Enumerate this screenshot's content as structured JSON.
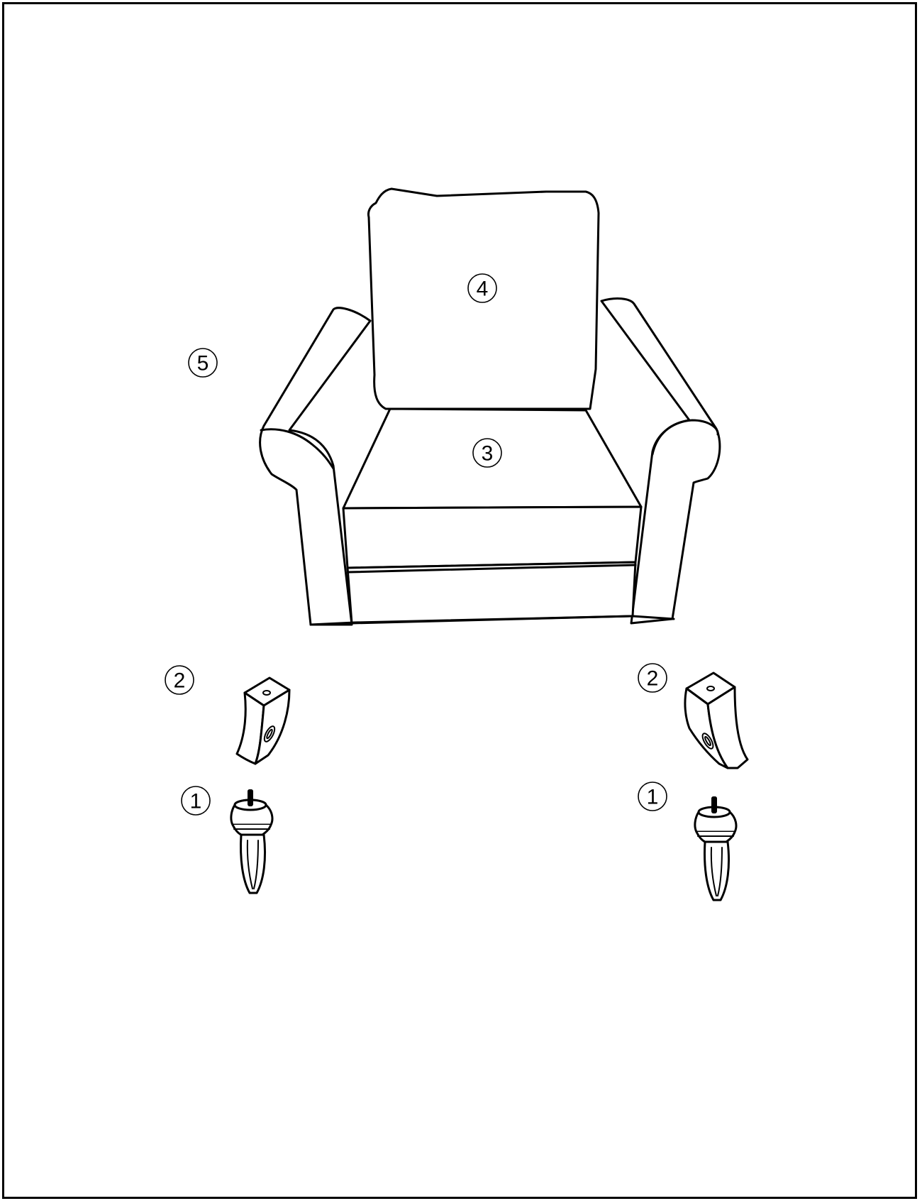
{
  "diagram": {
    "parts": [
      {
        "key": "leg",
        "callout": "1"
      },
      {
        "key": "leg-bracket",
        "callout": "2"
      },
      {
        "key": "seat-cushion",
        "callout": "3"
      },
      {
        "key": "back-cushion",
        "callout": "4"
      },
      {
        "key": "chair-frame",
        "callout": "5"
      }
    ]
  }
}
